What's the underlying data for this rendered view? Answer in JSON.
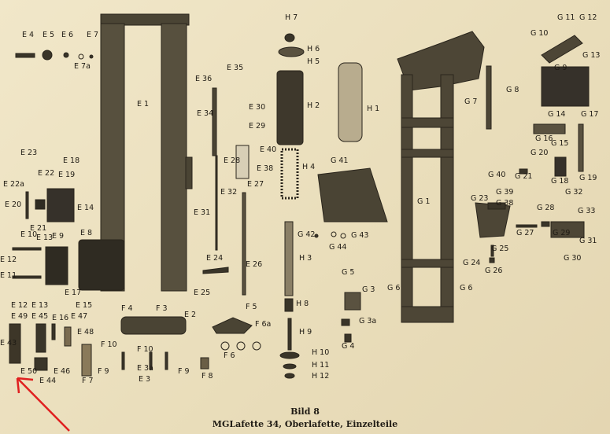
{
  "caption": {
    "title": "Bild 8",
    "subtitle": "MGLafette 34, Oberlafette, Einzelteile"
  },
  "labels": [
    "E 4",
    "E 5",
    "E 6",
    "E 7",
    "E 7a",
    "E 1",
    "E 36",
    "E 35",
    "E 34",
    "E 30",
    "E 29",
    "E 40",
    "E 28",
    "E 38",
    "E 27",
    "E 32",
    "E 31",
    "E 24",
    "E 26",
    "E 25",
    "E 23",
    "E 22",
    "E 19",
    "E 18",
    "E 22a",
    "E 20",
    "E 21",
    "E 14",
    "E 10",
    "E 13",
    "E 9",
    "E 8",
    "E 12",
    "E 11",
    "E 12",
    "E 13",
    "E 17",
    "E 15",
    "E 16",
    "E 47",
    "E 49",
    "E 45",
    "E 48",
    "E 43",
    "E 50",
    "E 44",
    "E 46",
    "F 7",
    "F 9",
    "F 4",
    "F 3",
    "E 2",
    "F 10",
    "F 10",
    "E 3a",
    "E 3",
    "F 9",
    "F 8",
    "F 5",
    "F 6a",
    "F 6",
    "H 7",
    "H 6",
    "H 5",
    "H 2",
    "H 1",
    "H 4",
    "H 3",
    "H 8",
    "H 9",
    "H 10",
    "H 11",
    "H 12",
    "G 41",
    "G 42",
    "G 44",
    "G 43",
    "G 5",
    "G 3",
    "G 6",
    "G 6",
    "G 3a",
    "G 4",
    "G 1",
    "G 24",
    "G 7",
    "G 8",
    "G 10",
    "G 11",
    "G 12",
    "G 13",
    "G 9",
    "G 14",
    "G 17",
    "G 16",
    "G 15",
    "G 20",
    "G 21",
    "G 18",
    "G 19",
    "G 40",
    "G 39",
    "G 23",
    "G 38",
    "G 28",
    "G 32",
    "G 33",
    "G 27",
    "G 29",
    "G 31",
    "G 25",
    "G 26",
    "G 30"
  ],
  "colors": {
    "paper": "#ece1c2",
    "ink": "#1f1b14",
    "part": "#3a3529",
    "arrow": "#e02020"
  }
}
